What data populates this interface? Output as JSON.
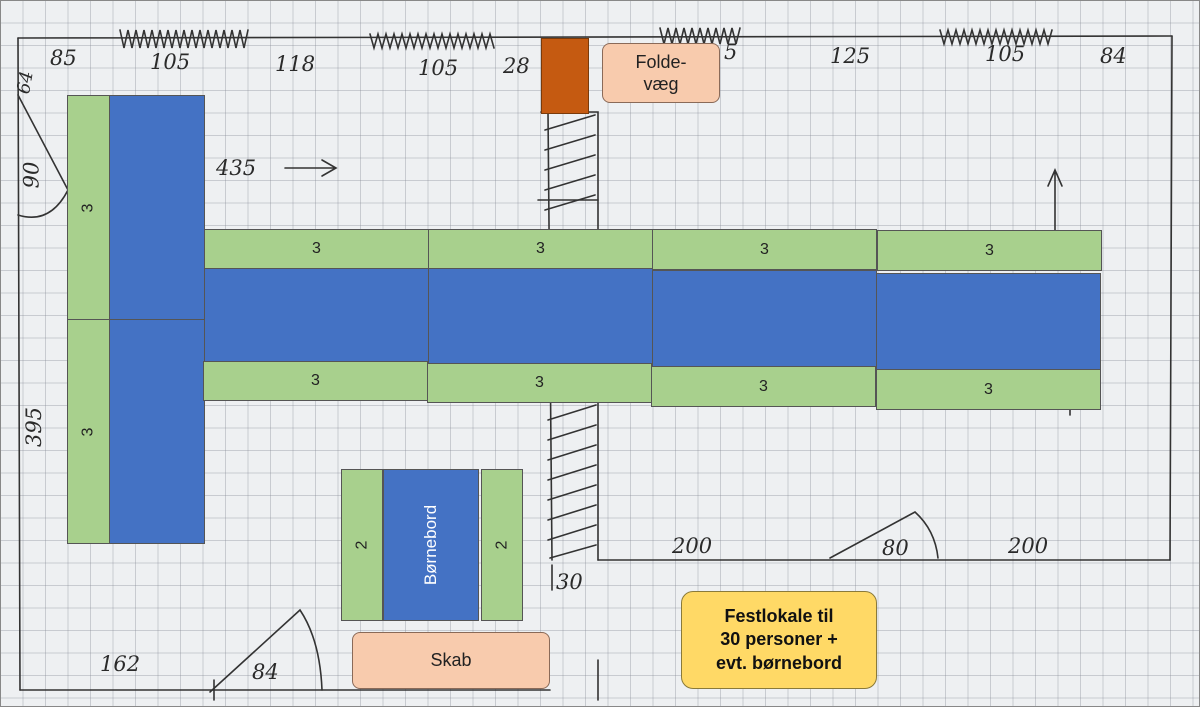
{
  "festlokale": {
    "line1": "Festlokale til",
    "line2": "30 personer +",
    "line3": "evt. børnebord"
  },
  "labels": {
    "foldevaeg_line1": "Folde-",
    "foldevaeg_line2": "væg",
    "skab": "Skab",
    "bornebord": "Børnebord"
  },
  "seats": {
    "left_upper": "3",
    "left_lower": "3",
    "row1_top": [
      "3",
      "3",
      "3",
      "3"
    ],
    "row1_bottom": [
      "3",
      "3",
      "3",
      "3"
    ],
    "kids_left": "2",
    "kids_right": "2"
  },
  "sketch": {
    "top_dims": [
      "85",
      "105",
      "118",
      "105",
      "28",
      "5",
      "125",
      "105",
      "84"
    ],
    "left_dims": [
      "64",
      "90",
      "395"
    ],
    "arrow_dim": "435",
    "bottom_dims": [
      "200",
      "80",
      "200",
      "30",
      "162",
      "84"
    ]
  },
  "colors": {
    "green": "#a8d08d",
    "blue": "#4472c4",
    "orange": "#c55a11",
    "peach": "#f8cbad",
    "yellow": "#ffd966"
  }
}
